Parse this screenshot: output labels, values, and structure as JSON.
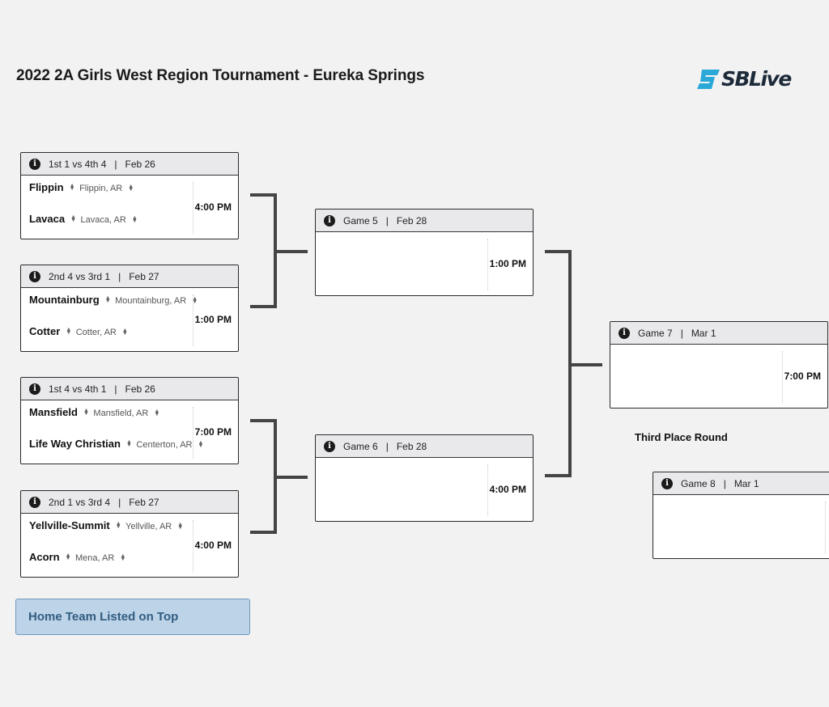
{
  "title": "2022 2A Girls West Region Tournament - Eureka Springs",
  "logo": {
    "text": "SBLive",
    "accent": "#2aa8d8"
  },
  "round1": [
    {
      "label": "1st 1 vs 4th 4",
      "date": "Feb 26",
      "time": "4:00 PM",
      "home": {
        "name": "Flippin",
        "loc": "Flippin, AR"
      },
      "away": {
        "name": "Lavaca",
        "loc": "Lavaca, AR"
      }
    },
    {
      "label": "2nd 4 vs 3rd 1",
      "date": "Feb 27",
      "time": "1:00 PM",
      "home": {
        "name": "Mountainburg",
        "loc": "Mountainburg, AR"
      },
      "away": {
        "name": "Cotter",
        "loc": "Cotter, AR"
      }
    },
    {
      "label": "1st 4 vs 4th 1",
      "date": "Feb 26",
      "time": "7:00 PM",
      "home": {
        "name": "Mansfield",
        "loc": "Mansfield, AR"
      },
      "away": {
        "name": "Life Way Christian",
        "loc": "Centerton, AR"
      }
    },
    {
      "label": "2nd 1 vs 3rd 4",
      "date": "Feb 27",
      "time": "4:00 PM",
      "home": {
        "name": "Yellville-Summit",
        "loc": "Yellville, AR"
      },
      "away": {
        "name": "Acorn",
        "loc": "Mena, AR"
      }
    }
  ],
  "round2": [
    {
      "label": "Game 5",
      "date": "Feb 28",
      "time": "1:00 PM"
    },
    {
      "label": "Game 6",
      "date": "Feb 28",
      "time": "4:00 PM"
    }
  ],
  "final": {
    "label": "Game 7",
    "date": "Mar 1",
    "time": "7:00 PM"
  },
  "third_place": {
    "heading": "Third Place Round",
    "label": "Game 8",
    "date": "Mar 1"
  },
  "legend": "Home Team Listed on Top",
  "separator": "|"
}
